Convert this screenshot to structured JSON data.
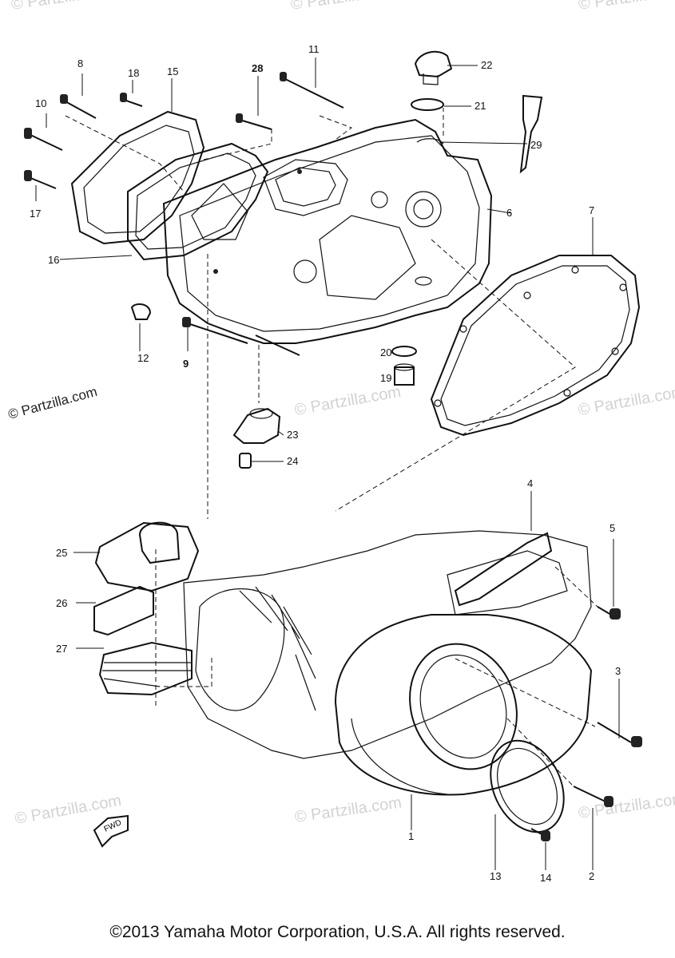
{
  "diagram": {
    "watermarks": [
      "© Partzilla.com",
      "© Partzilla.com",
      "© Partzilla.com",
      "© Partzilla.com",
      "© Partzilla.com",
      "© Partzilla.com",
      "© Partzilla.com",
      "© Partzilla.com",
      "© Partzilla.com"
    ],
    "callouts": [
      "8",
      "18",
      "15",
      "10",
      "17",
      "16",
      "11",
      "28",
      "22",
      "21",
      "29",
      "6",
      "7",
      "9",
      "20",
      "19",
      "23",
      "24",
      "4",
      "5",
      "25",
      "26",
      "27",
      "3",
      "1",
      "13",
      "14",
      "2",
      "12"
    ],
    "fwd_label": "FWD"
  },
  "footer": {
    "copyright": "©2013 Yamaha Motor Corporation, U.S.A. All rights reserved."
  }
}
